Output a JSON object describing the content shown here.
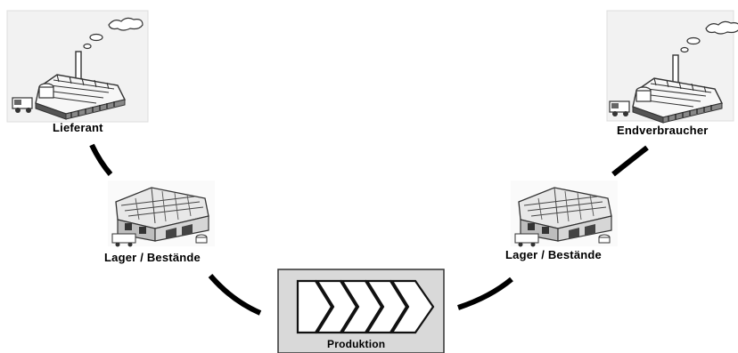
{
  "nodes": {
    "supplier": {
      "label": "Lieferant",
      "icon": "factory-icon"
    },
    "warehouse_left": {
      "label": "Lager / Bestände",
      "icon": "warehouse-icon"
    },
    "production": {
      "label": "Produktion",
      "icon": "chevron-process-icon"
    },
    "warehouse_right": {
      "label": "Lager / Bestände",
      "icon": "warehouse-icon"
    },
    "end_consumer": {
      "label": "Endverbraucher",
      "icon": "factory-icon"
    }
  },
  "colors": {
    "connector": "#000000",
    "production_fill": "#d9d9d9",
    "factory_bg": "#f2f2f2"
  }
}
